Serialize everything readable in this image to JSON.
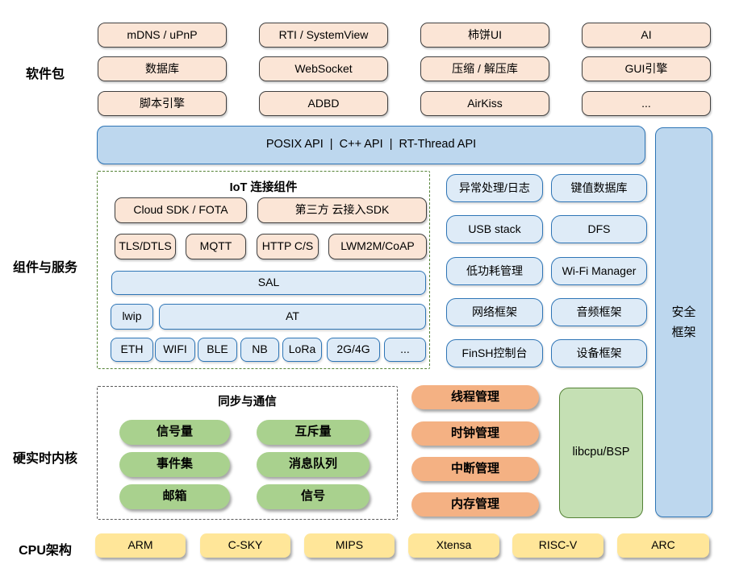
{
  "side_labels": {
    "packages": "软件包",
    "components": "组件与服务",
    "kernel": "硬实时内核",
    "cpu": "CPU架构"
  },
  "packages": {
    "items": [
      "mDNS / uPnP",
      "RTI / SystemView",
      "柿饼UI",
      "AI",
      "数据库",
      "WebSocket",
      "压缩 / 解压库",
      "GUI引擎",
      "脚本引擎",
      "ADBD",
      "AirKiss",
      "..."
    ]
  },
  "api_bar": {
    "label": "POSIX API  |  C++ API  |  RT-Thread API"
  },
  "security": {
    "line1": "安全",
    "line2": "框架"
  },
  "iot": {
    "title": "IoT 连接组件",
    "cloud_sdk": "Cloud SDK / FOTA",
    "third_party_sdk": "第三方 云接入SDK",
    "protocols": [
      "TLS/DTLS",
      "MQTT",
      "HTTP C/S",
      "LWM2M/CoAP"
    ],
    "sal": "SAL",
    "lwip": "lwip",
    "at": "AT",
    "links": [
      "ETH",
      "WIFI",
      "BLE",
      "NB",
      "LoRa",
      "2G/4G",
      "..."
    ]
  },
  "services": {
    "items": [
      "异常处理/日志",
      "键值数据库",
      "USB stack",
      "DFS",
      "低功耗管理",
      "Wi-Fi Manager",
      "网络框架",
      "音频框架",
      "FinSH控制台",
      "设备框架"
    ]
  },
  "sync": {
    "title": "同步与通信",
    "items": [
      "信号量",
      "互斥量",
      "事件集",
      "消息队列",
      "邮箱",
      "信号"
    ]
  },
  "kernel_mgmt": {
    "items": [
      "线程管理",
      "时钟管理",
      "中断管理",
      "内存管理"
    ]
  },
  "libcpu": {
    "label": "libcpu/BSP"
  },
  "cpu_archs": {
    "items": [
      "ARM",
      "C-SKY",
      "MIPS",
      "Xtensa",
      "RISC-V",
      "ARC"
    ]
  },
  "colors": {
    "peach_fill": "#FBE5D6",
    "dark_border": "#404040",
    "blue_fill": "#BDD7EE",
    "blue_border": "#2E75B6",
    "lightblue_fill": "#DEEBF7",
    "green_pill": "#A9D18E",
    "orange_pill": "#F4B183",
    "libcpu_fill": "#C5E0B4",
    "libcpu_border": "#538135",
    "yellow_fill": "#FFE699",
    "iot_border": "#548235",
    "sync_border": "#595959"
  }
}
